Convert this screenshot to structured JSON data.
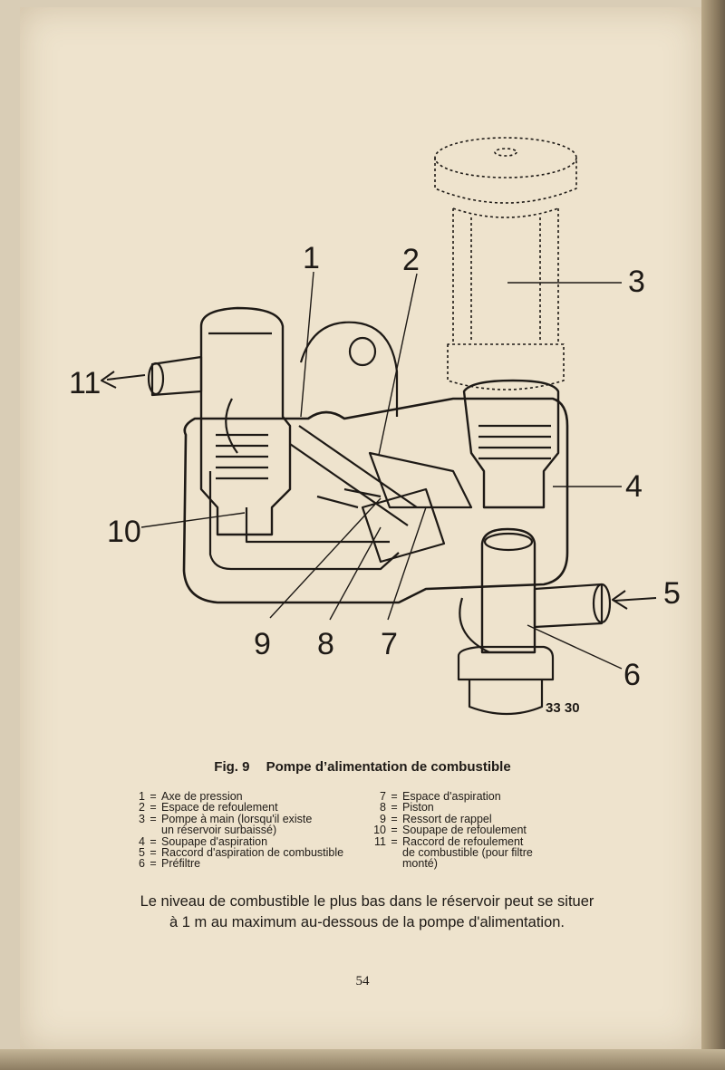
{
  "diagram": {
    "callouts": [
      "1",
      "2",
      "3",
      "4",
      "5",
      "6",
      "7",
      "8",
      "9",
      "10",
      "11"
    ],
    "drawing_code": "33 30"
  },
  "caption": {
    "number": "Fig. 9",
    "title": "Pompe d’alimentation de combustible"
  },
  "legend_left": [
    {
      "key": "1",
      "text": "Axe de pression"
    },
    {
      "key": "2",
      "text": "Espace de refoulement"
    },
    {
      "key": "3",
      "text": "Pompe à main (lorsqu'il existe",
      "cont": "un réservoir surbaissé)"
    },
    {
      "key": "4",
      "text": "Soupape d'aspiration"
    },
    {
      "key": "5",
      "text": "Raccord d'aspiration de combustible"
    },
    {
      "key": "6",
      "text": "Préfiltre"
    }
  ],
  "legend_right": [
    {
      "key": "7",
      "text": "Espace d'aspiration"
    },
    {
      "key": "8",
      "text": "Piston"
    },
    {
      "key": "9",
      "text": "Ressort de rappel"
    },
    {
      "key": "10",
      "text": "Soupape de refoulement"
    },
    {
      "key": "11",
      "text": "Raccord de refoulement",
      "cont": "de combustible (pour filtre",
      "cont2": "monté)"
    }
  ],
  "note": {
    "line1": "Le niveau de combustible le plus bas dans le réservoir peut se situer",
    "line2": "à 1 m au maximum au-dessous de la pompe d'alimentation."
  },
  "folio": "54",
  "colors": {
    "paper": "#eee3cd",
    "ink": "#1e1a16"
  }
}
